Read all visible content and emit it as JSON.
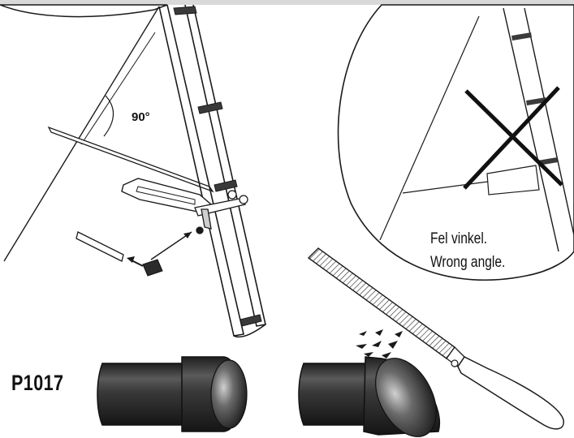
{
  "labels": {
    "angle": "90°",
    "wrong_angle_se": "Fel vinkel.",
    "wrong_angle_en": "Wrong angle.",
    "part_number": "P1017"
  },
  "icons": {
    "wrong_mark": "cross-icon"
  },
  "colors": {
    "line": "#1a1a1a",
    "cap_dark": "#2b2b2b",
    "cap_highlight": "#8a8a8a",
    "grey_band": "#d9d9d9"
  }
}
